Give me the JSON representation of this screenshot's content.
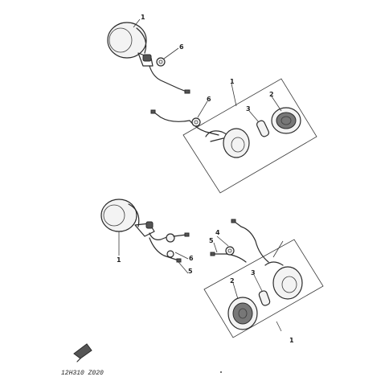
{
  "diagram": {
    "callouts": {
      "top_lamp": "1",
      "top_nut": "6",
      "top_assembly": "1",
      "top_bulb": "3",
      "top_lens": "2",
      "top_nut_lower": "6",
      "bottom_lamp": "1",
      "bottom_label_a": "4",
      "bottom_label_b": "5",
      "bottom_lead_5": "5",
      "bottom_lead_6": "6",
      "bottom_bulb": "3",
      "bottom_lens": "2",
      "bottom_assembly": "1"
    },
    "figure_code": "12H310 Z020"
  }
}
